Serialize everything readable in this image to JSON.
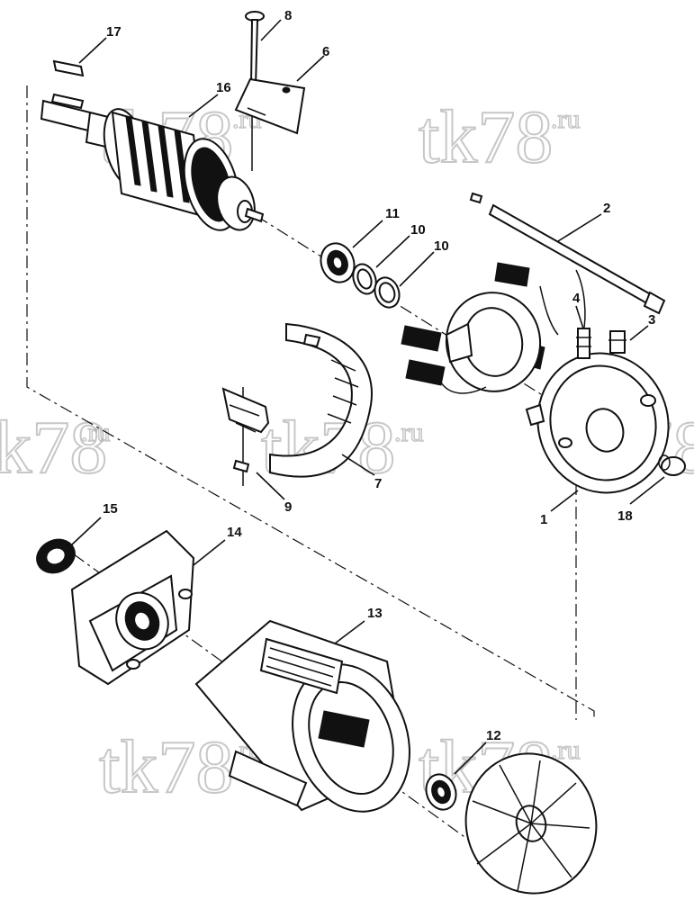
{
  "diagram": {
    "callouts": [
      {
        "id": "c1",
        "label": "1"
      },
      {
        "id": "c2",
        "label": "2"
      },
      {
        "id": "c3",
        "label": "3"
      },
      {
        "id": "c4",
        "label": "4"
      },
      {
        "id": "c6",
        "label": "6"
      },
      {
        "id": "c7",
        "label": "7"
      },
      {
        "id": "c8",
        "label": "8"
      },
      {
        "id": "c9",
        "label": "9"
      },
      {
        "id": "c10a",
        "label": "10"
      },
      {
        "id": "c10b",
        "label": "10"
      },
      {
        "id": "c11",
        "label": "11"
      },
      {
        "id": "c12",
        "label": "12"
      },
      {
        "id": "c13",
        "label": "13"
      },
      {
        "id": "c14",
        "label": "14"
      },
      {
        "id": "c15",
        "label": "15"
      },
      {
        "id": "c16",
        "label": "16"
      },
      {
        "id": "c17",
        "label": "17"
      },
      {
        "id": "c18",
        "label": "18"
      }
    ],
    "watermark": {
      "main": "tk78",
      "suffix": ".ru"
    }
  }
}
